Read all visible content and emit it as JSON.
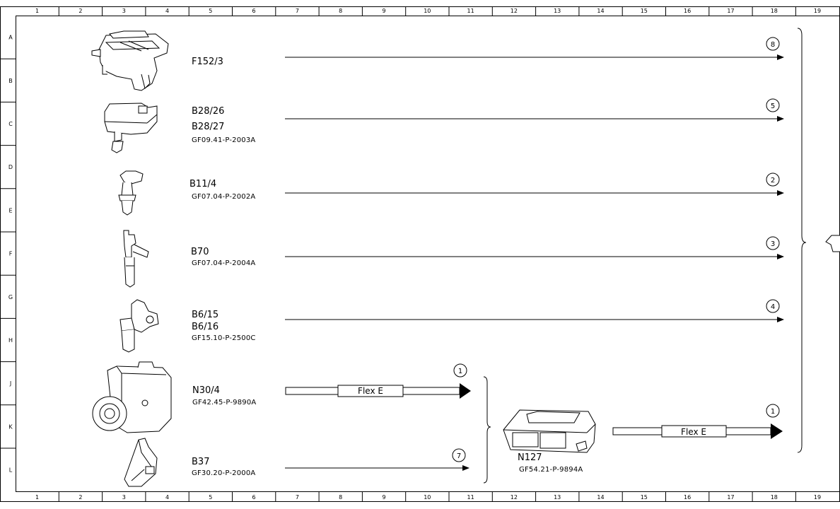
{
  "grid": {
    "columns": [
      "1",
      "2",
      "3",
      "4",
      "5",
      "6",
      "7",
      "8",
      "9",
      "10",
      "11",
      "12",
      "13",
      "14",
      "15",
      "16",
      "17",
      "18",
      "19"
    ],
    "rows": [
      "A",
      "B",
      "C",
      "D",
      "E",
      "F",
      "G",
      "H",
      "J",
      "K",
      "L"
    ]
  },
  "components": [
    {
      "id": "F152/3",
      "names": [
        "F152/3"
      ],
      "ref": "",
      "target": "8",
      "type": "line"
    },
    {
      "id": "B28",
      "names": [
        "B28/26",
        "B28/27"
      ],
      "ref": "GF09.41-P-2003A",
      "target": "5",
      "type": "line"
    },
    {
      "id": "B11/4",
      "names": [
        "B11/4"
      ],
      "ref": "GF07.04-P-2002A",
      "target": "2",
      "type": "line"
    },
    {
      "id": "B70",
      "names": [
        "B70"
      ],
      "ref": "GF07.04-P-2004A",
      "target": "3",
      "type": "line"
    },
    {
      "id": "B6",
      "names": [
        "B6/15",
        "B6/16"
      ],
      "ref": "GF15.10-P-2500C",
      "target": "4",
      "type": "line"
    },
    {
      "id": "N30/4",
      "names": [
        "N30/4"
      ],
      "ref": "GF42.45-P-9890A",
      "target": "1",
      "type": "bus",
      "bus_label": "Flex E"
    },
    {
      "id": "B37",
      "names": [
        "B37"
      ],
      "ref": "GF30.20-P-2000A",
      "target": "7",
      "type": "line"
    }
  ],
  "module": {
    "name": "N127",
    "ref": "GF54.21-P-9894A",
    "target": "1",
    "bus_label": "Flex E"
  }
}
